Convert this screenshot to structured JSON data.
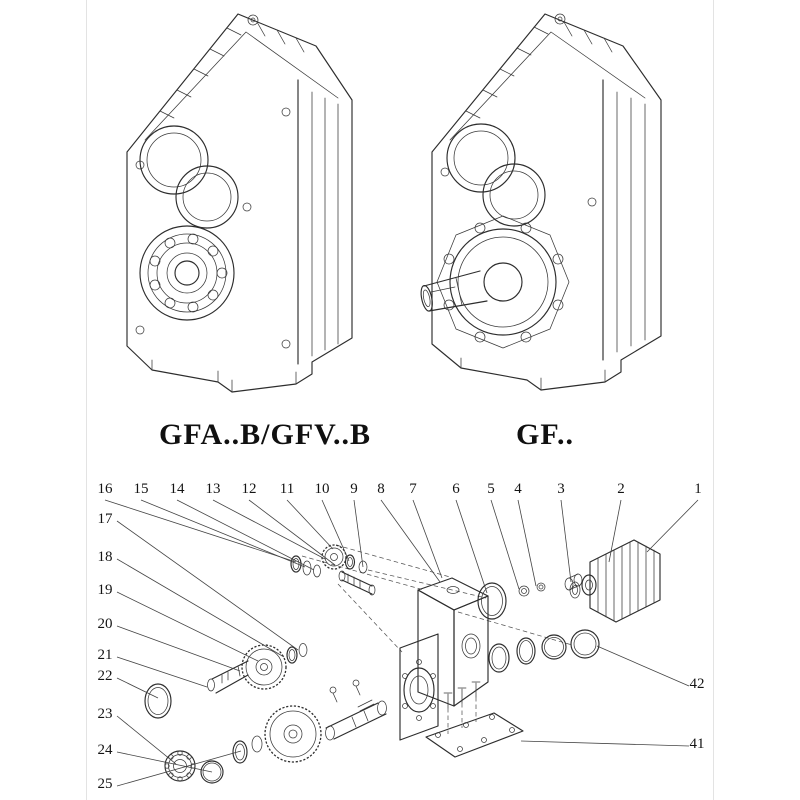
{
  "captions": {
    "left": "GFA..B/GFV..B",
    "right": "GF.."
  },
  "exploded": {
    "top": [
      "16",
      "15",
      "14",
      "13",
      "12",
      "11",
      "10",
      "9",
      "8",
      "7",
      "6",
      "5",
      "4",
      "3",
      "2",
      "1"
    ],
    "left": [
      "17",
      "18",
      "19",
      "20",
      "21",
      "22",
      "23",
      "24",
      "25"
    ],
    "right": [
      "42",
      "41"
    ]
  },
  "colors": {
    "background": "#ffffff",
    "line": "#2d2d2d",
    "label": "#141414"
  }
}
